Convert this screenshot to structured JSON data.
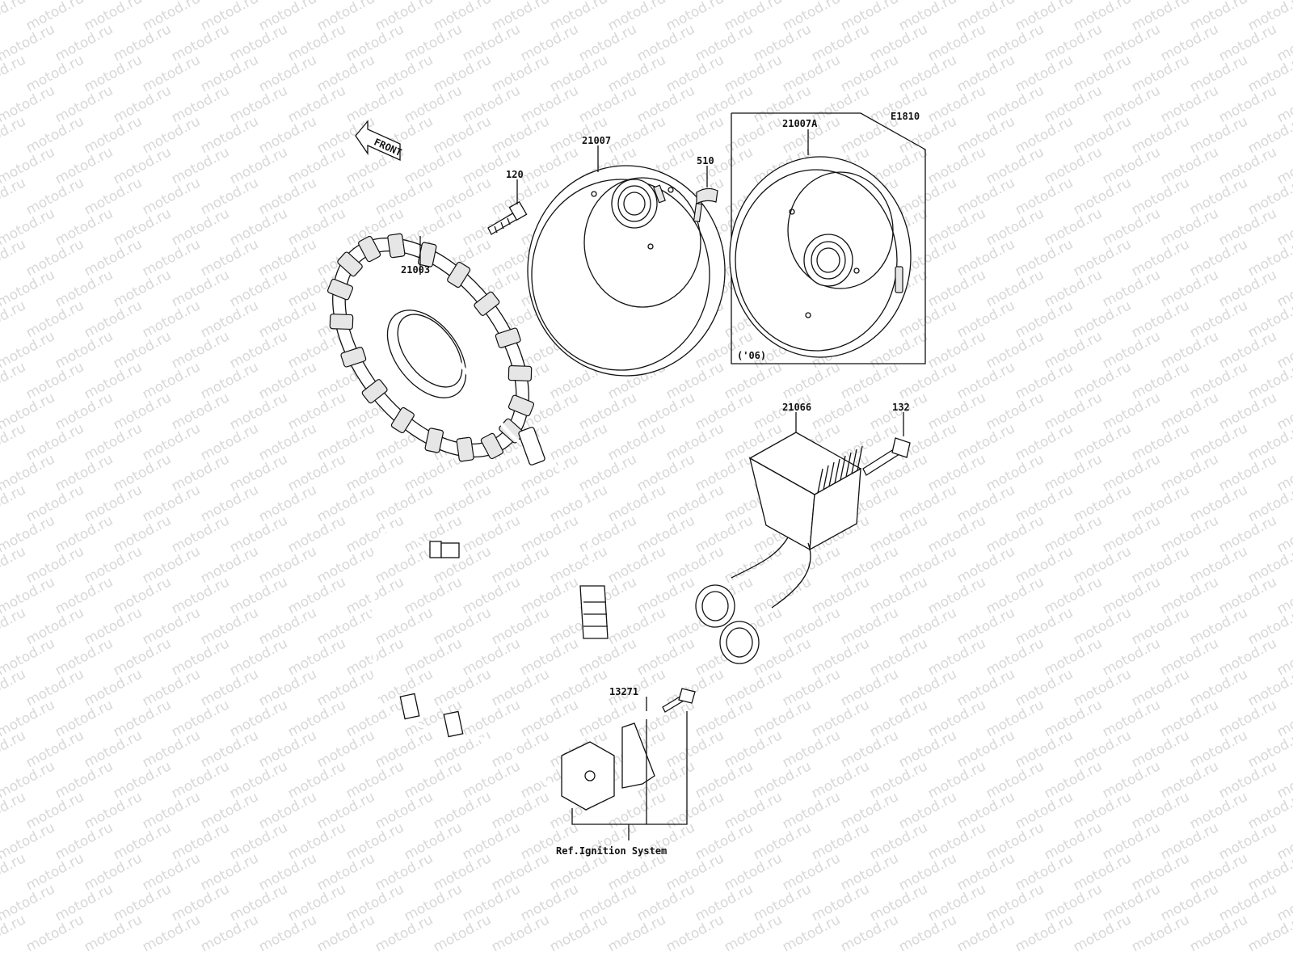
{
  "diagram": {
    "code": "E1810",
    "watermark": "motod.ru",
    "front_label": "FRONT",
    "parts": {
      "stator": "21003",
      "stator_bolt": "120",
      "rotor": "21007",
      "rotor_06": "21007A",
      "key": "510",
      "regulator": "21066",
      "regulator_bolt": "132",
      "pickup_bolt": "13271"
    },
    "year_note": "('06)",
    "reference_note": "Ref.Ignition System"
  }
}
